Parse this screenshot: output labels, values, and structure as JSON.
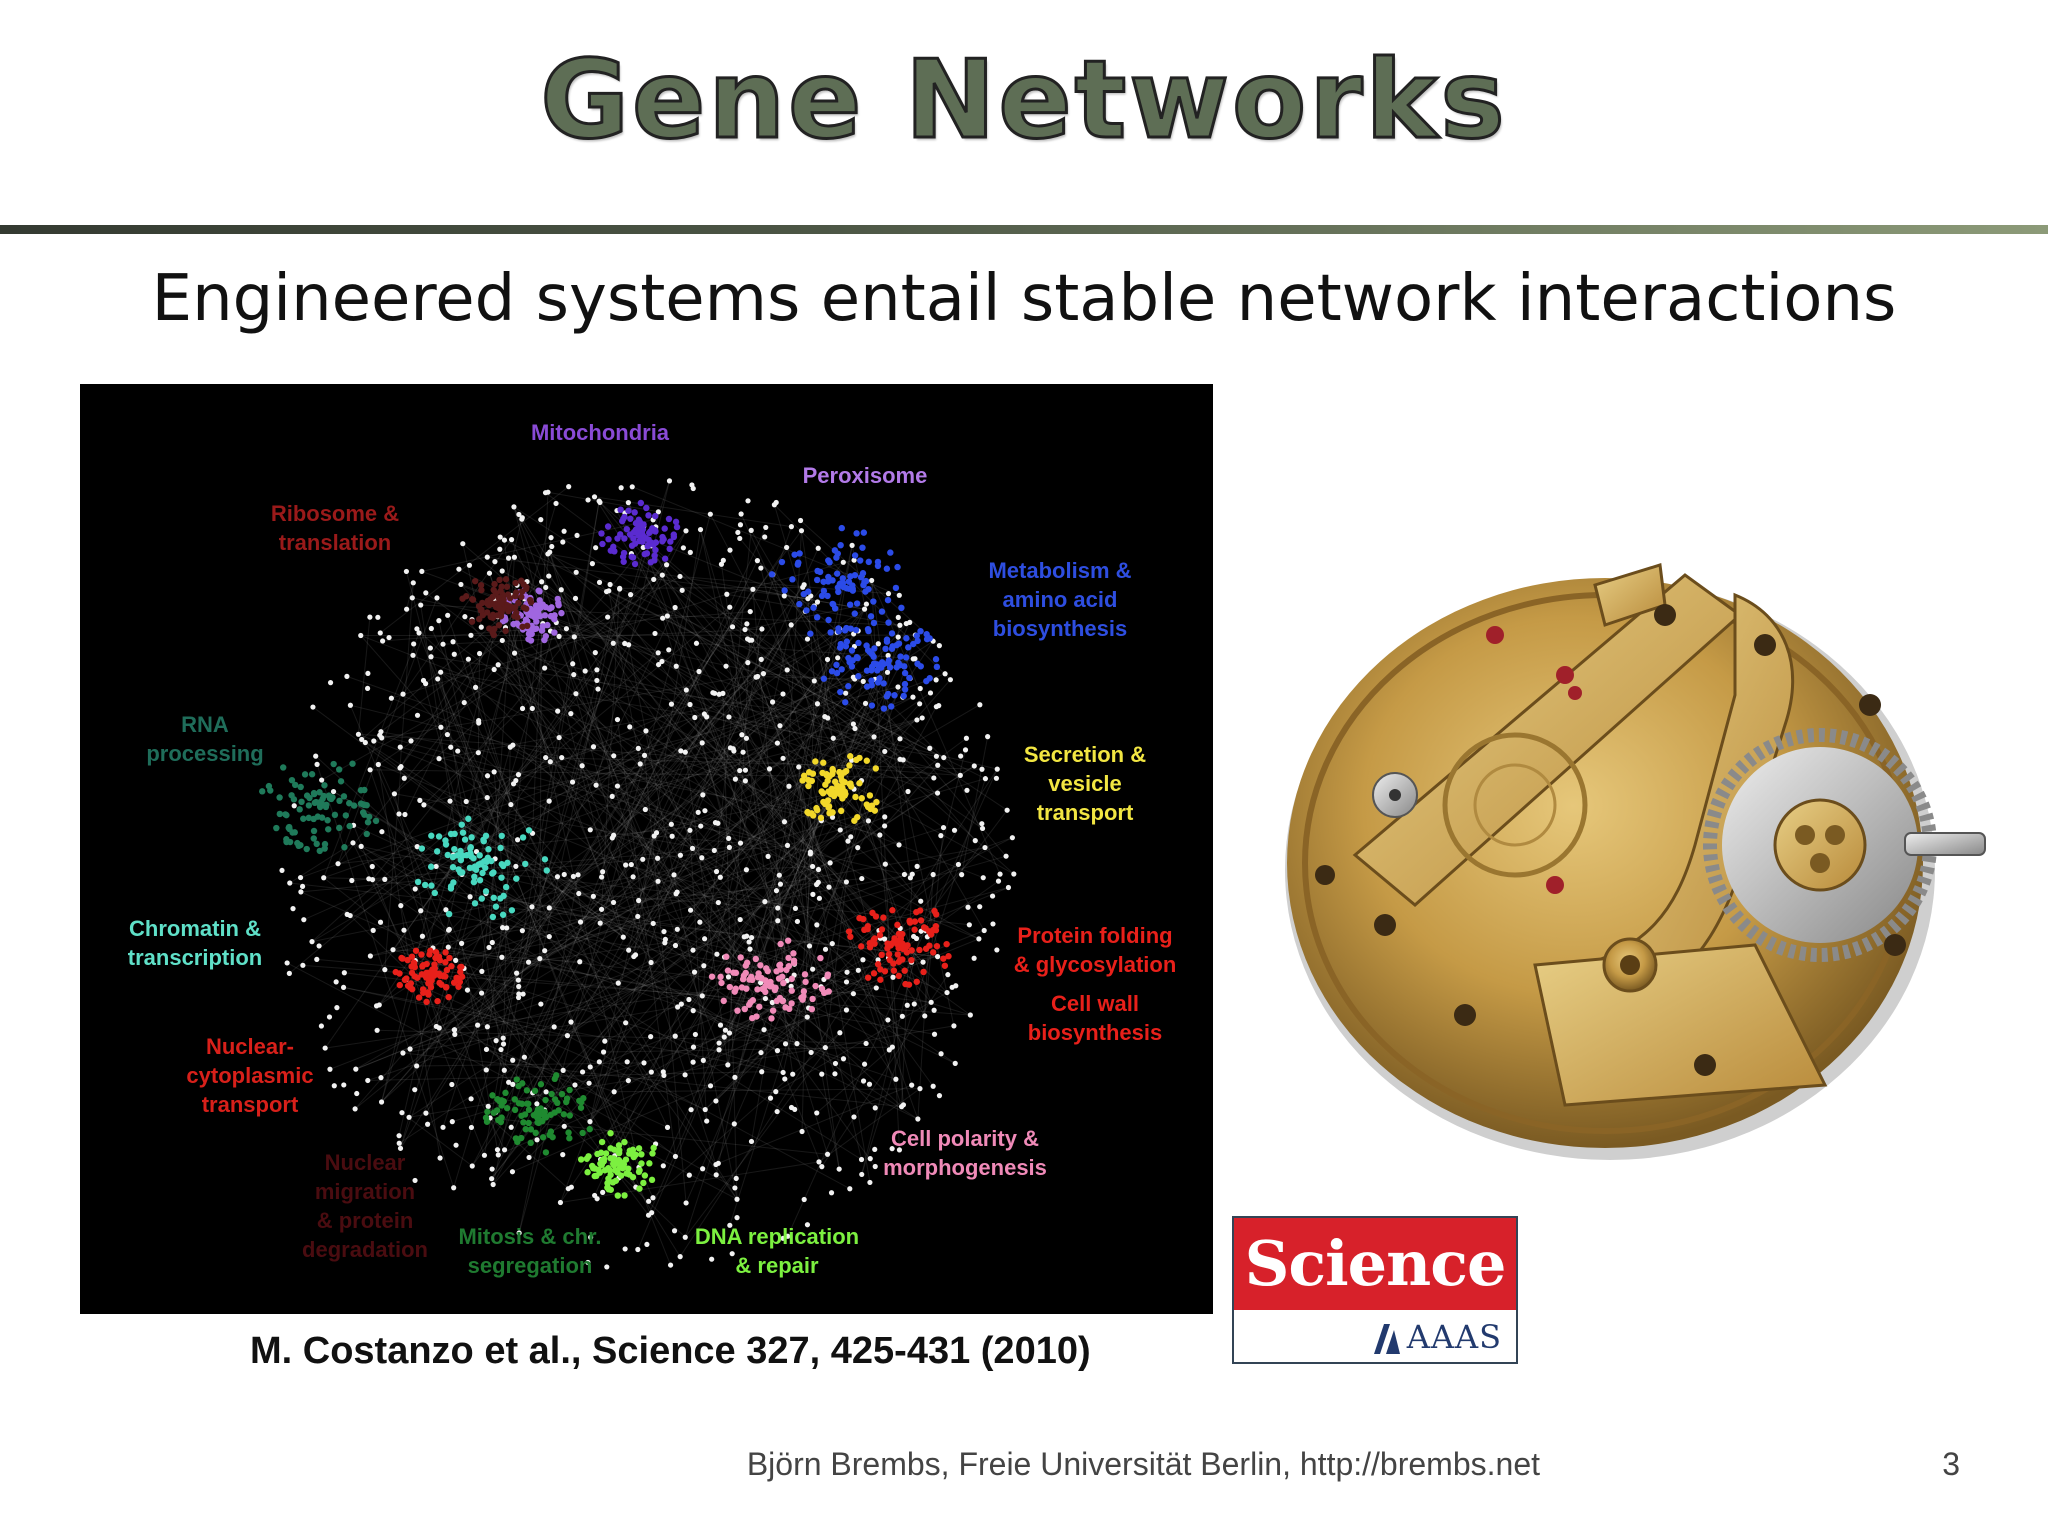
{
  "slide": {
    "title": "Gene Networks",
    "subtitle": "Engineered systems entail stable network interactions",
    "citation": "M.  Costanzo et al.,  Science  327, 425-431 (2010)",
    "footer": "Björn Brembs, Freie Universität Berlin, http://brembs.net",
    "page_number": "3"
  },
  "network": {
    "labels": [
      {
        "text": "Mitochondria",
        "color": "#8a4bd6"
      },
      {
        "text": "Peroxisome",
        "color": "#b27ae8"
      },
      {
        "text": "Ribosome &\ntranslation",
        "color": "#9a1a1a"
      },
      {
        "text": "Metabolism &\namino acid\nbiosynthesis",
        "color": "#2e4ee0"
      },
      {
        "text": "RNA\nprocessing",
        "color": "#1f6d5a"
      },
      {
        "text": "Secretion &\nvesicle\ntransport",
        "color": "#f2e642"
      },
      {
        "text": "Chromatin &\ntranscription",
        "color": "#5fe0c8"
      },
      {
        "text": "Protein folding\n& glycosylation",
        "color": "#e8201a"
      },
      {
        "text": "Cell wall\nbiosynthesis",
        "color": "#e8201a"
      },
      {
        "text": "Nuclear-\ncytoplasmic\ntransport",
        "color": "#d8201a"
      },
      {
        "text": "Cell polarity &\nmorphogenesis",
        "color": "#f08ab8"
      },
      {
        "text": "Nuclear\nmigration\n& protein\ndegradation",
        "color": "#4a0c10"
      },
      {
        "text": "Mitosis & chr.\nsegregation",
        "color": "#1f7a30"
      },
      {
        "text": "DNA replication\n& repair",
        "color": "#7cf040"
      }
    ]
  },
  "logo": {
    "name": "Science",
    "org": "AAAS"
  }
}
